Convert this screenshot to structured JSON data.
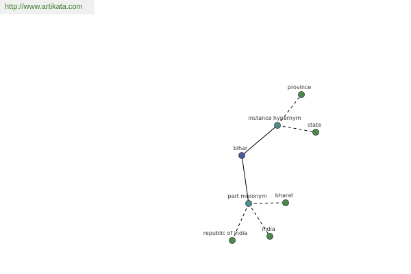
{
  "site": {
    "url": "http://www.artikata.com",
    "url_color": "#3a7a2a",
    "banner_color": "#f0f0f0"
  },
  "graph": {
    "edge_color": "#000000",
    "label_color": "#333333",
    "node_stroke": "#333333",
    "root": {
      "label": "bihar",
      "color": "#4a5aa0"
    },
    "relations": [
      {
        "label": "instance hypernym",
        "color": "#4a9090",
        "children": [
          {
            "label": "province",
            "color": "#4a8a4a"
          },
          {
            "label": "state",
            "color": "#4a8a4a"
          }
        ]
      },
      {
        "label": "part meronym",
        "color": "#4a9090",
        "children": [
          {
            "label": "bharat",
            "color": "#4a8a4a"
          },
          {
            "label": "india",
            "color": "#4a8a4a"
          },
          {
            "label": "republic of india",
            "color": "#4a8a4a"
          }
        ]
      }
    ]
  }
}
